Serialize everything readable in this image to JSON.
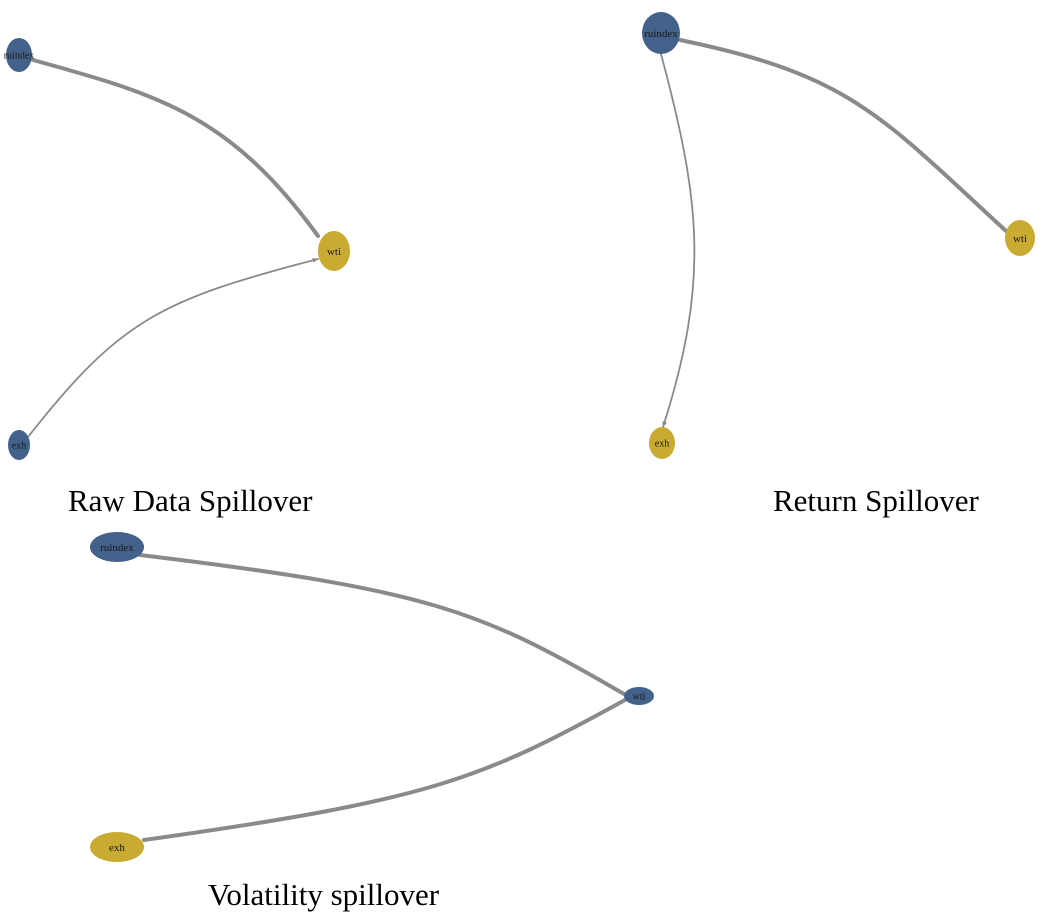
{
  "colors": {
    "node_blue": "#43628b",
    "node_gold": "#c9ab32",
    "edge": "#8a8a8a"
  },
  "panels": [
    {
      "id": "raw",
      "caption": "Raw Data Spillover",
      "nodes": [
        {
          "id": "ruindex",
          "label": "ruindex",
          "color": "node_blue"
        },
        {
          "id": "wti",
          "label": "wti",
          "color": "node_gold"
        },
        {
          "id": "exh",
          "label": "exh",
          "color": "node_blue"
        }
      ],
      "edges": [
        {
          "from": "ruindex",
          "to": "wti",
          "weight": "heavy",
          "arrow": true
        },
        {
          "from": "exh",
          "to": "wti",
          "weight": "light",
          "arrow": true
        }
      ]
    },
    {
      "id": "return",
      "caption": "Return Spillover",
      "nodes": [
        {
          "id": "ruindex",
          "label": "ruindex",
          "color": "node_blue"
        },
        {
          "id": "wti",
          "label": "wti",
          "color": "node_gold"
        },
        {
          "id": "exh",
          "label": "exh",
          "color": "node_gold"
        }
      ],
      "edges": [
        {
          "from": "ruindex",
          "to": "wti",
          "weight": "heavy",
          "arrow": true
        },
        {
          "from": "ruindex",
          "to": "exh",
          "weight": "light",
          "arrow": true
        }
      ]
    },
    {
      "id": "volatility",
      "caption": "Volatility spillover",
      "nodes": [
        {
          "id": "ruindex",
          "label": "ruindex",
          "color": "node_blue"
        },
        {
          "id": "wti",
          "label": "wti",
          "color": "node_blue"
        },
        {
          "id": "exh",
          "label": "exh",
          "color": "node_gold"
        }
      ],
      "edges": [
        {
          "from": "ruindex",
          "to": "wti",
          "weight": "heavy",
          "arrow": false
        },
        {
          "from": "exh",
          "to": "wti",
          "weight": "heavy",
          "arrow": false
        }
      ]
    }
  ]
}
